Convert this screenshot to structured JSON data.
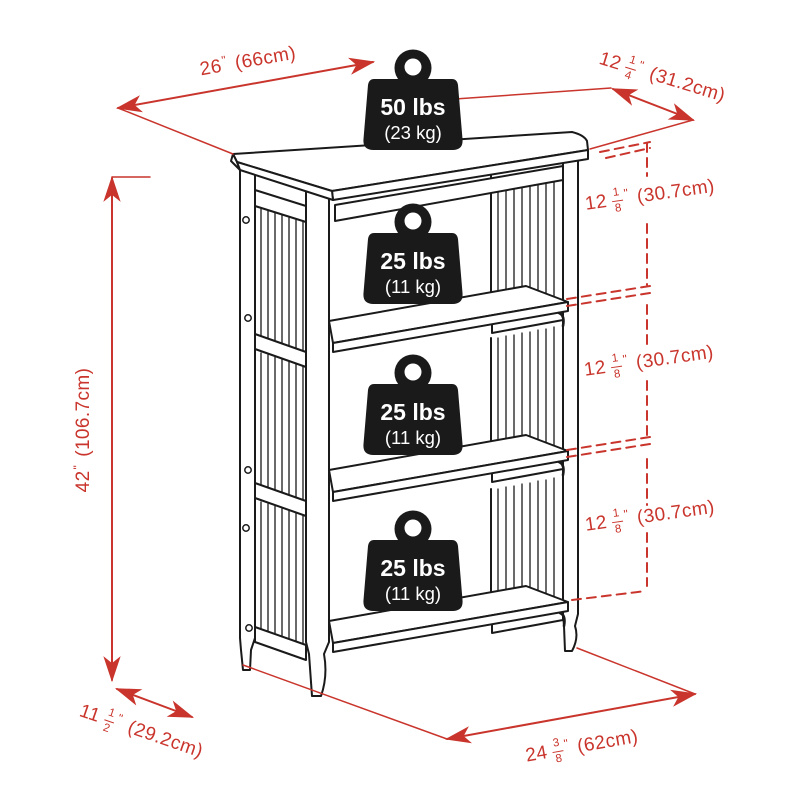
{
  "diagram": {
    "weights": {
      "top": {
        "pounds": "50 lbs",
        "kilograms": "(23 kg)"
      },
      "shelf": {
        "pounds": "25 lbs",
        "kilograms": "(11 kg)"
      }
    },
    "dimensions": {
      "top_width": {
        "whole": "26",
        "unit": "\"",
        "metric": "(66cm)"
      },
      "top_depth": {
        "whole": "12",
        "numerator": "1",
        "denominator": "4",
        "unit": "\"",
        "metric": "(31.2cm)"
      },
      "height": {
        "whole": "42",
        "unit": "\"",
        "metric": "(106.7cm)"
      },
      "shelf_spacing": {
        "whole": "12",
        "numerator": "1",
        "denominator": "8",
        "unit": "\"",
        "metric": "(30.7cm)"
      },
      "bottom_depth": {
        "whole": "11",
        "numerator": "1",
        "denominator": "2",
        "unit": "\"",
        "metric": "(29.2cm)"
      },
      "bottom_width": {
        "whole": "24",
        "numerator": "3",
        "denominator": "8",
        "unit": "\"",
        "metric": "(62cm)"
      }
    },
    "colors": {
      "dimension_red": "#c9352c",
      "ink_black": "#1a1a1a"
    }
  }
}
